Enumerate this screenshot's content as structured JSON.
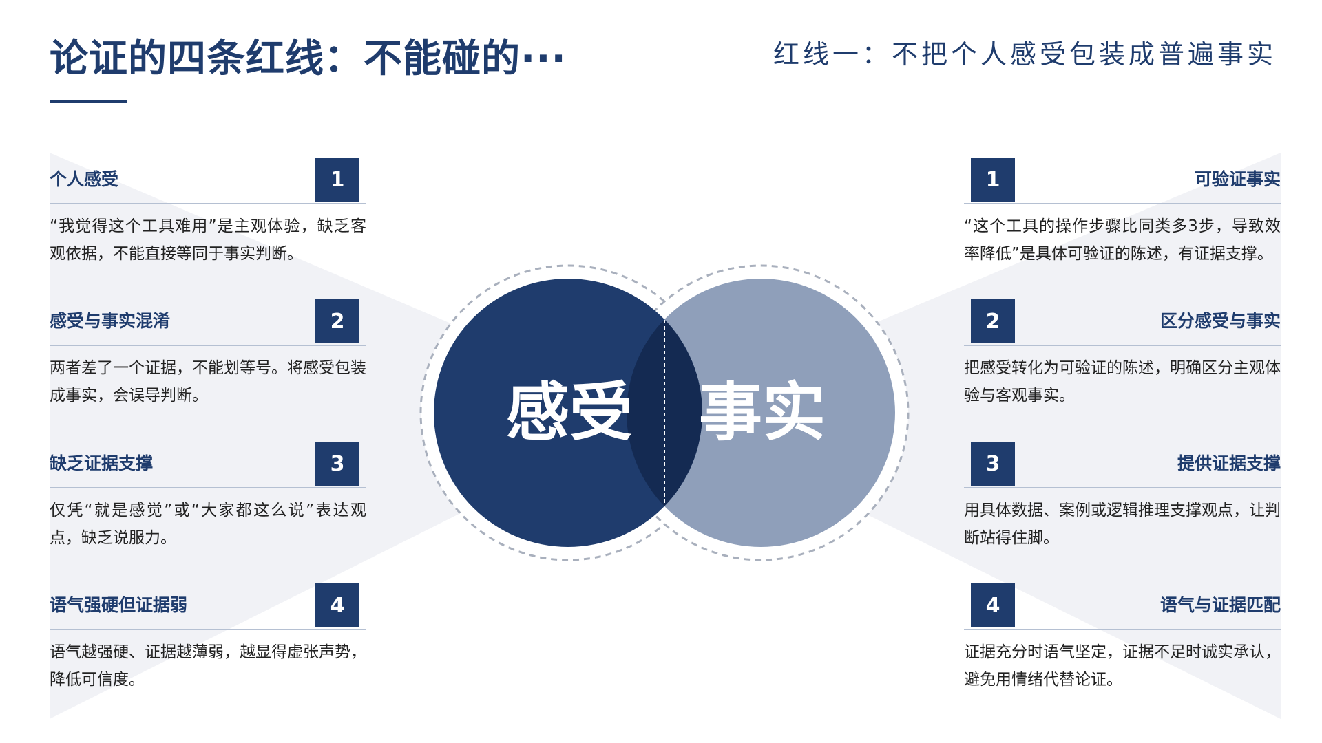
{
  "header": {
    "title": "论证的四条红线：不能碰的···",
    "subtitle": "红线一：不把个人感受包装成普遍事实"
  },
  "venn": {
    "left_label": "感受",
    "right_label": "事实",
    "colors": {
      "left": "#1f3c6d",
      "right": "#8f9fba",
      "overlap": "#142a52"
    }
  },
  "left_items": [
    {
      "number": "1",
      "title": "个人感受",
      "desc": "“我觉得这个工具难用”是主观体验，缺乏客观依据，不能直接等同于事实判断。"
    },
    {
      "number": "2",
      "title": "感受与事实混淆",
      "desc": "两者差了一个证据，不能划等号。将感受包装成事实，会误导判断。"
    },
    {
      "number": "3",
      "title": "缺乏证据支撑",
      "desc": "仅凭“就是感觉”或“大家都这么说”表达观点，缺乏说服力。"
    },
    {
      "number": "4",
      "title": "语气强硬但证据弱",
      "desc": "语气越强硬、证据越薄弱，越显得虚张声势，降低可信度。"
    }
  ],
  "right_items": [
    {
      "number": "1",
      "title": "可验证事实",
      "desc": "“这个工具的操作步骤比同类多3步，导致效率降低”是具体可验证的陈述，有证据支撑。"
    },
    {
      "number": "2",
      "title": "区分感受与事实",
      "desc": "把感受转化为可验证的陈述，明确区分主观体验与客观事实。"
    },
    {
      "number": "3",
      "title": "提供证据支撑",
      "desc": "用具体数据、案例或逻辑推理支撑观点，让判断站得住脚。"
    },
    {
      "number": "4",
      "title": "语气与证据匹配",
      "desc": "证据充分时语气坚定，证据不足时诚实承认，避免用情绪代替论证。"
    }
  ]
}
